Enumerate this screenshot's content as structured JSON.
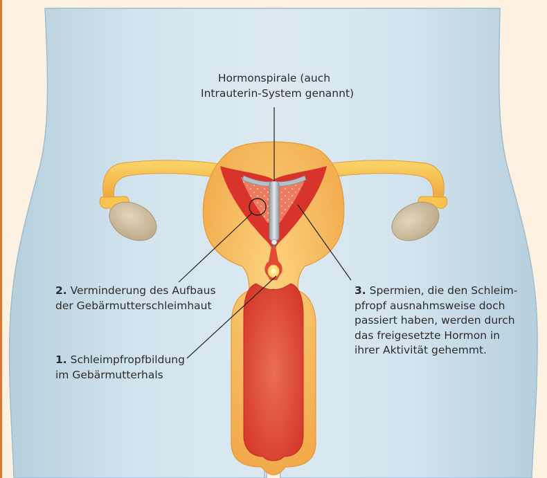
{
  "labels": {
    "hormonspirale": {
      "line1": "Hormonspirale (auch",
      "line2": "Intrauterin-System genannt)"
    },
    "item2": {
      "number": "2.",
      "line1": "Verminderung des Aufbaus",
      "line2": "der Gebärmutterschleimhaut"
    },
    "item1": {
      "number": "1.",
      "line1": "Schleimpfropfbildung",
      "line2": "im Gebärmutterhals"
    },
    "item3": {
      "number": "3.",
      "line1": "Spermien, die den Schleim-",
      "line2": "pfropf ausnahmsweise doch",
      "line3": "passiert haben, werden durch",
      "line4": "das freigesetzte Hormon in",
      "line5": "ihrer Aktivität gehemmt."
    }
  },
  "colors": {
    "background": "#fdf1e2",
    "border": "#e2772f",
    "body": "#c9dde8",
    "uterus": "#f6b75a",
    "endometrium": "#d9342b",
    "ovary": "#c9b89a",
    "device": "#a9b3ba"
  }
}
